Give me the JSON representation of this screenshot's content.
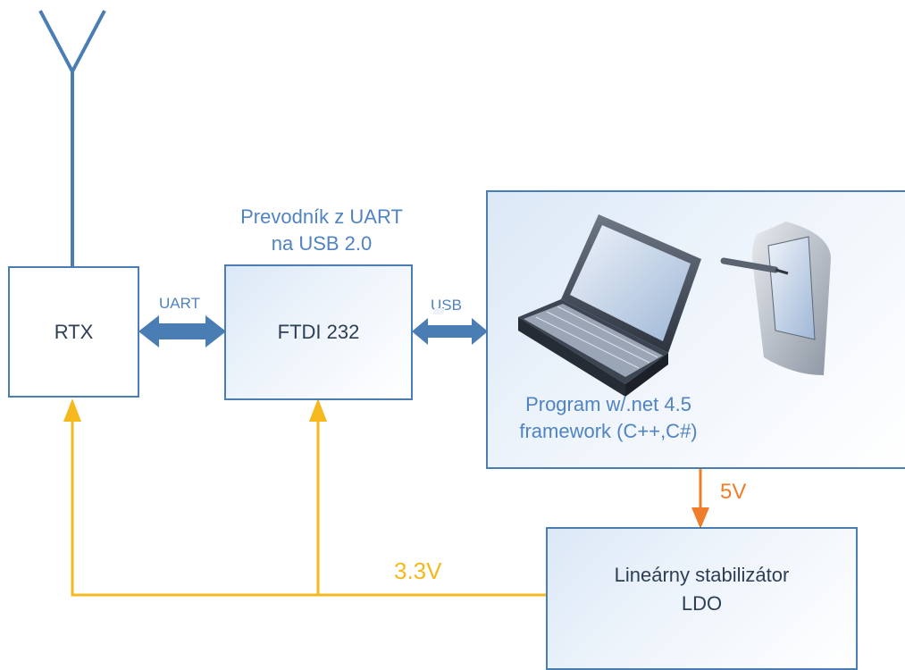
{
  "colors": {
    "line_blue": "#4a7db4",
    "text_blue": "#4f83c1",
    "power_yellow": "#f5b81d",
    "power_orange": "#ef7d2a"
  },
  "blocks": {
    "rtx": "RTX",
    "ftdi": "FTDI 232",
    "ldo_line1": "Lineárny stabilizátor",
    "ldo_line2": "LDO"
  },
  "converter_title": {
    "line1": "Prevodník z UART",
    "line2": "na USB 2.0"
  },
  "computer": {
    "program_line1": "Program w/.net 4.5",
    "program_line2": "framework (C++,C#)"
  },
  "links": {
    "uart": "UART",
    "usb": "USB",
    "v5": "5V",
    "v33": "3.3V"
  },
  "icons": [
    "antenna-icon",
    "laptop-icon",
    "tablet-icon",
    "stylus-icon"
  ]
}
